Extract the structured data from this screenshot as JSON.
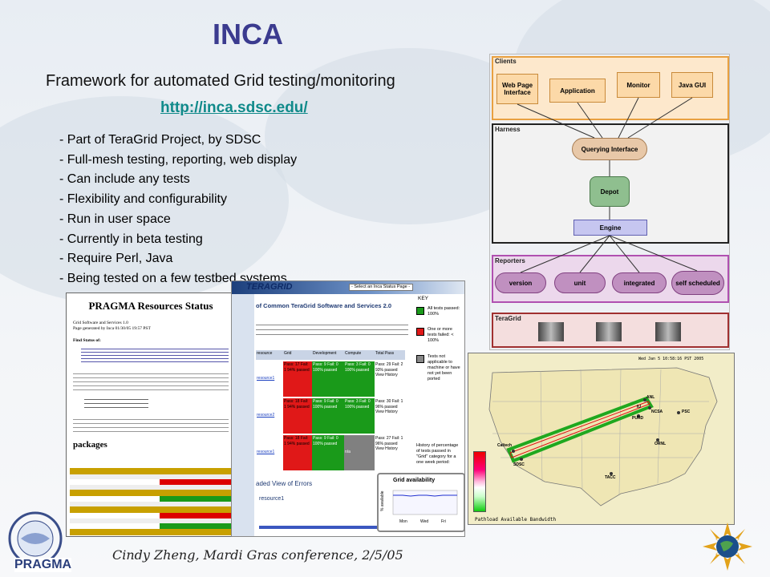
{
  "slide": {
    "title": "INCA",
    "subtitle": "Framework for automated Grid testing/monitoring",
    "url": "http://inca.sdsc.edu/",
    "bullets": [
      "- Part of TeraGrid Project, by SDSC",
      "- Full-mesh testing, reporting, web display",
      "- Can include any tests",
      "- Flexibility and configurability",
      "- Run in user space",
      "- Currently in beta testing",
      "- Require Perl, Java",
      "- Being tested on a few testbed systems"
    ],
    "footer": "Cindy Zheng, Mardi Gras conference, 2/5/05",
    "logo_text": "PRAGMA"
  },
  "pragma_status": {
    "title": "PRAGMA Resources Status",
    "version_line": "Grid Software and Services 1.0",
    "generated_line": "Page generated by Inca 01/30/05 19:57 PST",
    "find_status": "Find Status of:",
    "section": "packages"
  },
  "teragrid": {
    "logo": "TERAGRID",
    "select": "- Select an Inca Status Page -",
    "heading": "of Common TeraGrid Software and Services 2.0",
    "columns": [
      "resource",
      "Grid",
      "Development",
      "Compute",
      "Total Pass"
    ],
    "rows": [
      {
        "name": "resource1",
        "grid": "Pass: 17 Fail: 1 94% passed",
        "dev": "Pass: 9 Fail: 0 100% passed",
        "compute": "Pass: 3 Fail: 0 100% passed",
        "total": "Pass: 29 Fail: 2 93% passed View History"
      },
      {
        "name": "resource2",
        "grid": "Pass: 18 Fail: 1 94% passed",
        "dev": "Pass: 9 Fail: 0 100% passed",
        "compute": "Pass: 3 Fail: 0 100% passed",
        "total": "Pass: 30 Fail: 1 96% passed View History"
      },
      {
        "name": "resource1",
        "grid": "Pass: 18 Fail: 1 94% passed",
        "dev": "Pass: 9 Fail: 0 100% passed",
        "compute": "n/a",
        "total": "Pass: 27 Fail: 1 96% passed View History"
      }
    ],
    "errors_heading": "aded View of Errors",
    "errors_sub": "resource1",
    "key_title": "KEY",
    "key": [
      {
        "color": "#1a9a1a",
        "label": "All tests passed: 100%"
      },
      {
        "color": "#e01818",
        "label": "One or more tests failed: < 100%"
      },
      {
        "color": "#888888",
        "label": "Tests not applicable to machine or have not yet been ported"
      }
    ],
    "history_note": "History of percentage of tests passed in \"Grid\" category for a one week period:",
    "graph_title": "Grid availability",
    "graph_days": [
      "Mon",
      "Wed",
      "Fri"
    ]
  },
  "architecture": {
    "clients_label": "Clients",
    "clients": [
      "Web Page Interface",
      "Application",
      "Monitor",
      "Java GUI"
    ],
    "harness_label": "Harness",
    "querying": "Querying Interface",
    "depot": "Depot",
    "engine": "Engine",
    "reporters_label": "Reporters",
    "reporters": [
      "version",
      "unit",
      "integrated",
      "self scheduled"
    ],
    "teragrid_label": "TeraGrid"
  },
  "map": {
    "timestamp": "Wed Jan 5 10:58:16 PST 2005",
    "caption": "Pathload Available Bandwidth",
    "sites": [
      "Caltech",
      "SDSC",
      "ANL",
      "NCSA",
      "PSC",
      "ORNL",
      "TACC",
      "PURD",
      "IU"
    ]
  }
}
